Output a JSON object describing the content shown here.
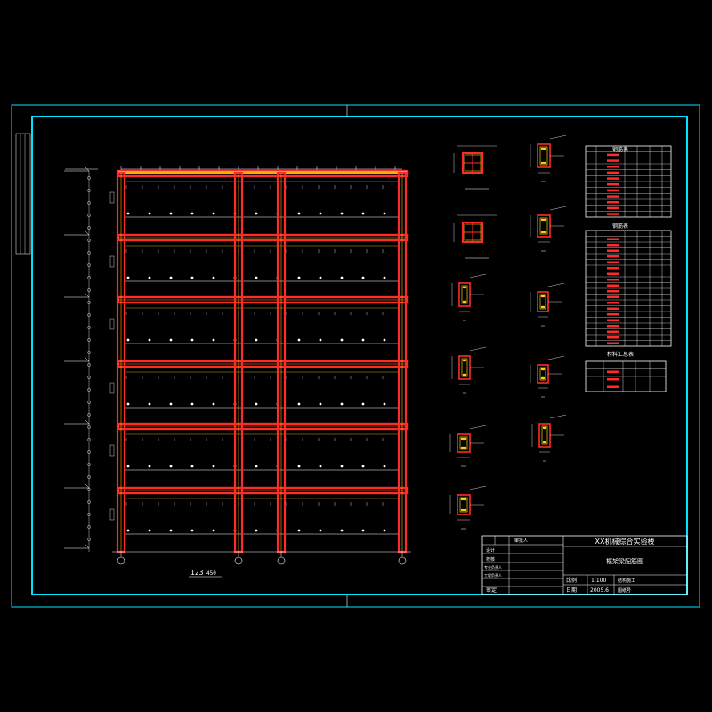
{
  "drawing": {
    "background": "#000000",
    "colors": {
      "outer_frame": "#00bcd4",
      "inner_frame": "#00e5ff",
      "beam": "#ff2a2a",
      "column": "#ff2a2a",
      "column_edge": "#ffb000",
      "rebar": "#ffd400",
      "dimension": "#ffffff",
      "table_line": "#ffffff"
    },
    "frame": {
      "floors": 6,
      "bays": 3,
      "scale_label": "123",
      "scale_value": "450"
    },
    "title_block": {
      "project": "XX机械综合实验楼",
      "drawing_title": "框架梁配筋图",
      "rows": [
        {
          "label": "设计",
          "value": ""
        },
        {
          "label": "校核",
          "value": ""
        },
        {
          "label": "专业负责人",
          "value": ""
        },
        {
          "label": "工程负责人",
          "value": ""
        }
      ],
      "scale_label": "比例",
      "scale_value": "1:100",
      "date_label": "日期",
      "date_value": "2005.6",
      "approve_label": "审定",
      "drawing_no_label": "图纸号",
      "section_label": "结构施工",
      "owner": "审批人"
    },
    "tables": [
      {
        "title": "钢筋表"
      },
      {
        "title": "钢筋表"
      },
      {
        "title": "材料汇总表"
      }
    ]
  }
}
